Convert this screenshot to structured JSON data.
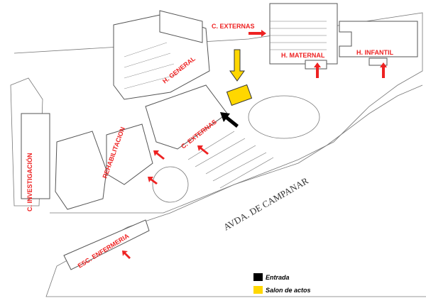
{
  "labels": {
    "externas_top": "C. EXTERNAS",
    "maternal": "H. MATERNAL",
    "infantil": "H. INFANTIL",
    "general": "H. GENERAL",
    "externas_mid": "C. EXTERNAS",
    "rehabilitacion": "REHABILITACION",
    "investigacion": "C. INVESTIGACIÓN",
    "enfermeria": "ESC. ENFERMERIA",
    "avenue": "AVDA. DE CAMPANAR"
  },
  "legend": [
    {
      "label": "Entrada",
      "color": "#000000"
    },
    {
      "label": "Salon de actos",
      "color": "#ffd700"
    }
  ],
  "colors": {
    "label": "#ee2222",
    "arrow": "#ee2222",
    "highlight": "#ffd700"
  }
}
